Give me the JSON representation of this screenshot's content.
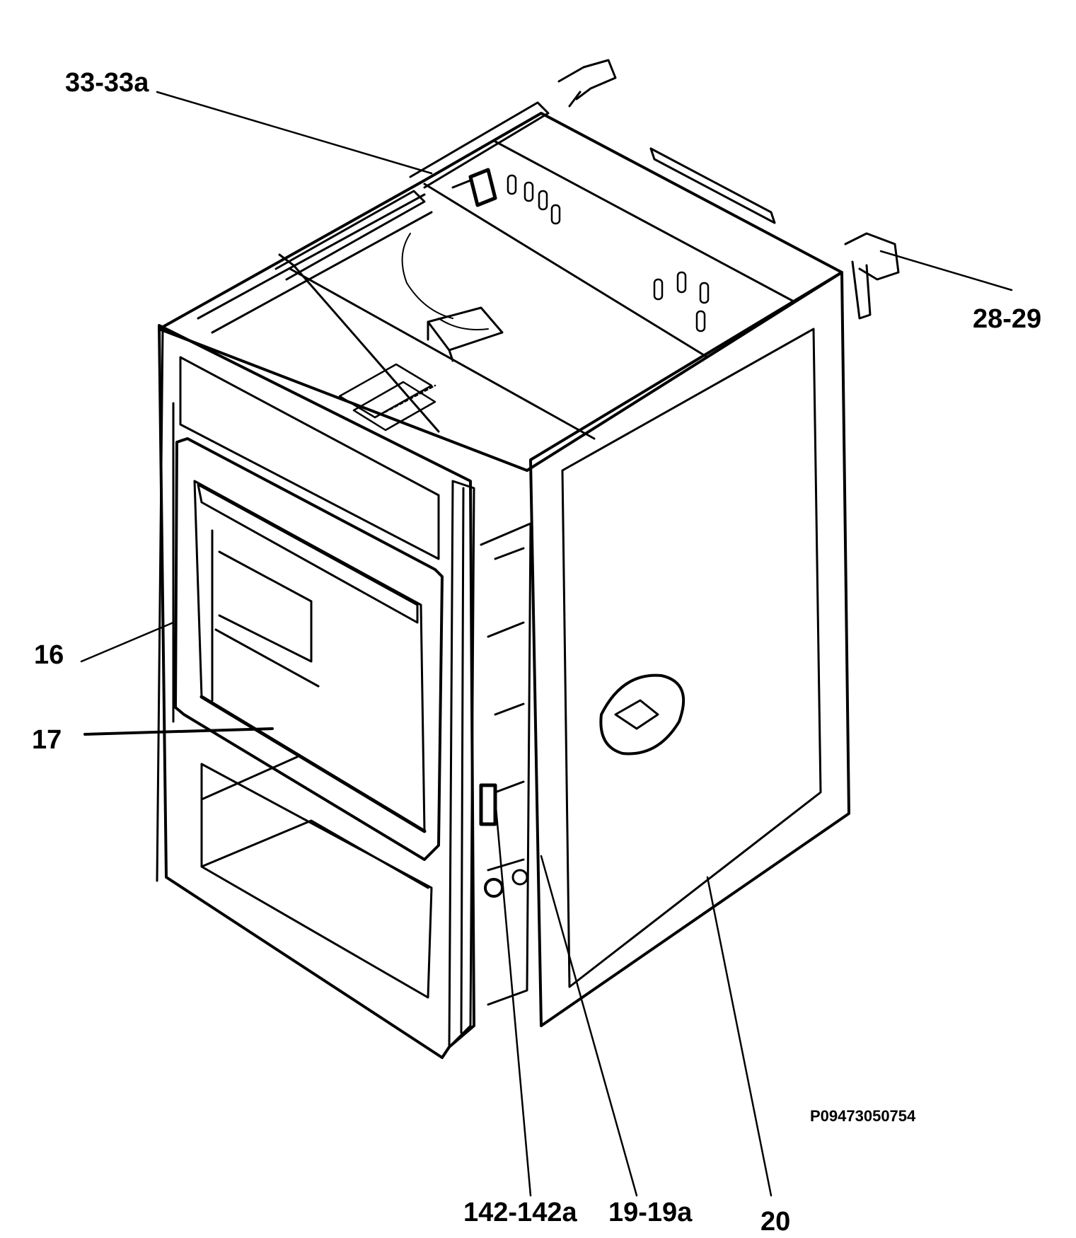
{
  "callouts": {
    "c1": "33-33a",
    "c2": "28-29",
    "c3": "16",
    "c4": "17",
    "c5": "142-142a",
    "c6": "19-19a",
    "c7": "20"
  },
  "reference_code": "P09473050754"
}
